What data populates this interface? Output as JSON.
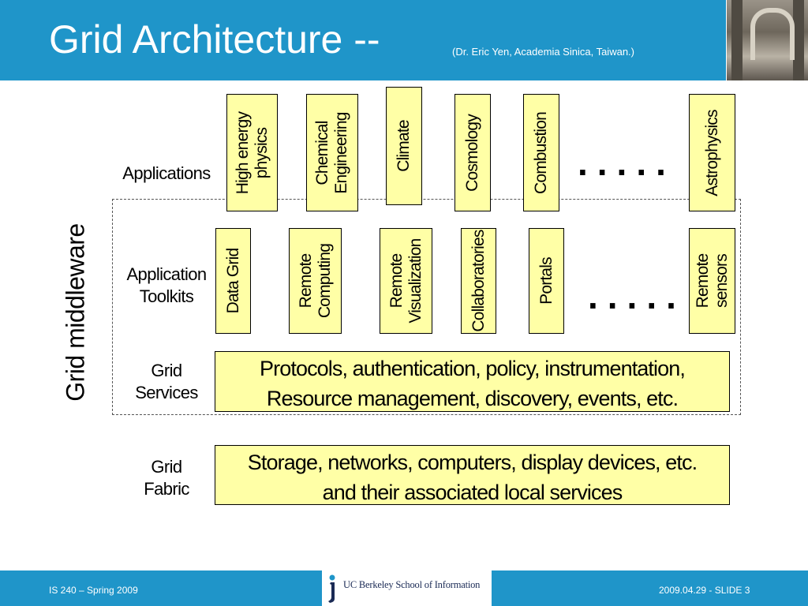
{
  "header": {
    "title": "Grid Architecture --",
    "subtitle": "(Dr. Eric Yen, Academia Sinica, Taiwan.)"
  },
  "middleware_label": "Grid middleware",
  "rows": {
    "applications": "Applications",
    "toolkits": "Application\nToolkits",
    "services": "Grid\nServices",
    "fabric": "Grid\nFabric"
  },
  "applications": [
    "High energy\nphysics",
    "Chemical\nEngineering",
    "Climate",
    "Cosmology",
    "Combustion",
    "Astrophysics"
  ],
  "toolkits": [
    "Data Grid",
    "Remote\nComputing",
    "Remote\nVisualization",
    "Collaboratories",
    "Portals",
    "Remote\nsensors"
  ],
  "ellipsis": ".....",
  "services_text": "Protocols, authentication, policy, instrumentation,\nResource management, discovery, events, etc.",
  "fabric_text": "Storage, networks, computers, display devices, etc.\nand their associated local services",
  "footer": {
    "course": "IS 240 – Spring 2009",
    "logo_text": "UC Berkeley School of Information",
    "slide": "2009.04.29 - SLIDE 3"
  },
  "colors": {
    "header_blue": "#1f95c9",
    "box_yellow": "#ffffa6"
  }
}
